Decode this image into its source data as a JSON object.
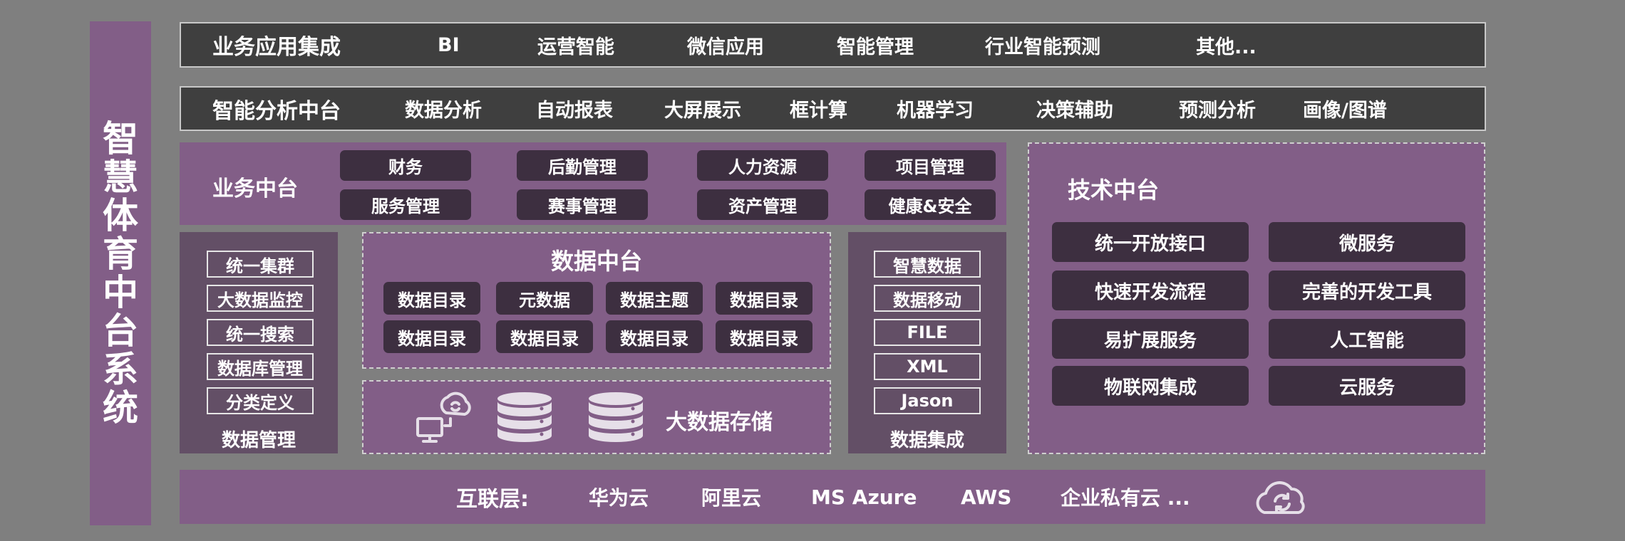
{
  "vertical_title": [
    "智",
    "慧",
    "体",
    "育",
    "中",
    "台",
    "系",
    "统"
  ],
  "app_row": {
    "title": "业务应用集成",
    "items": [
      "BI",
      "运营智能",
      "微信应用",
      "智能管理",
      "行业智能预测",
      "其他..."
    ]
  },
  "analysis_row": {
    "title": "智能分析中台",
    "items": [
      "数据分析",
      "自动报表",
      "大屏展示",
      "框计算",
      "机器学习",
      "决策辅助",
      "预测分析",
      "画像/图谱"
    ]
  },
  "business": {
    "title": "业务中台",
    "items": [
      "财务",
      "后勤管理",
      "人力资源",
      "项目管理",
      "服务管理",
      "赛事管理",
      "资产管理",
      "健康&安全"
    ]
  },
  "data_mgmt": {
    "items": [
      "统一集群",
      "大数据监控",
      "统一搜索",
      "数据库管理",
      "分类定义"
    ],
    "label": "数据管理"
  },
  "data_center": {
    "title": "数据中台",
    "items": [
      "数据目录",
      "元数据",
      "数据主题",
      "数据目录",
      "数据目录",
      "数据目录",
      "数据目录",
      "数据目录"
    ]
  },
  "storage": {
    "label": "大数据存储"
  },
  "integration": {
    "items": [
      "智慧数据",
      "数据移动",
      "FILE",
      "XML",
      "Jason"
    ],
    "label": "数据集成"
  },
  "tech": {
    "title": "技术中台",
    "items": [
      "统一开放接口",
      "微服务",
      "快速开发流程",
      "完善的开发工具",
      "易扩展服务",
      "人工智能",
      "物联网集成",
      "云服务"
    ]
  },
  "internet": {
    "label": "互联层:",
    "items": [
      "华为云",
      "阿里云",
      "MS Azure",
      "AWS",
      "企业私有云 ..."
    ]
  },
  "colors": {
    "background": "#7f7f7f",
    "purple": "#825e87",
    "dark_purple": "#634f66",
    "pill": "#3d2f40",
    "dark_bar": "#3f3f3f"
  }
}
